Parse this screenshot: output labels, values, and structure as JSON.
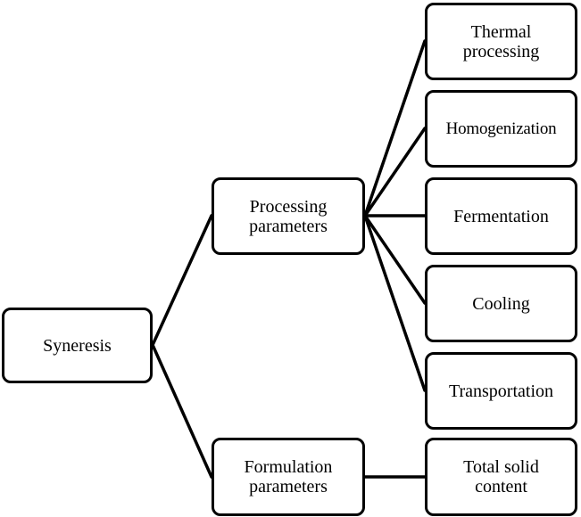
{
  "diagram": {
    "root": {
      "label": "Syneresis"
    },
    "processing": {
      "line1": "Processing",
      "line2": "parameters"
    },
    "formulation": {
      "line1": "Formulation",
      "line2": "parameters"
    },
    "processing_children": [
      {
        "line1": "Thermal",
        "line2": "processing"
      },
      {
        "line1": "Homogenization"
      },
      {
        "line1": "Fermentation"
      },
      {
        "line1": "Cooling"
      },
      {
        "line1": "Transportation"
      }
    ],
    "formulation_children": [
      {
        "line1": "Total solid",
        "line2": "content"
      }
    ],
    "colors": {
      "stroke": "#000000",
      "fill": "#ffffff",
      "text": "#000000"
    }
  }
}
